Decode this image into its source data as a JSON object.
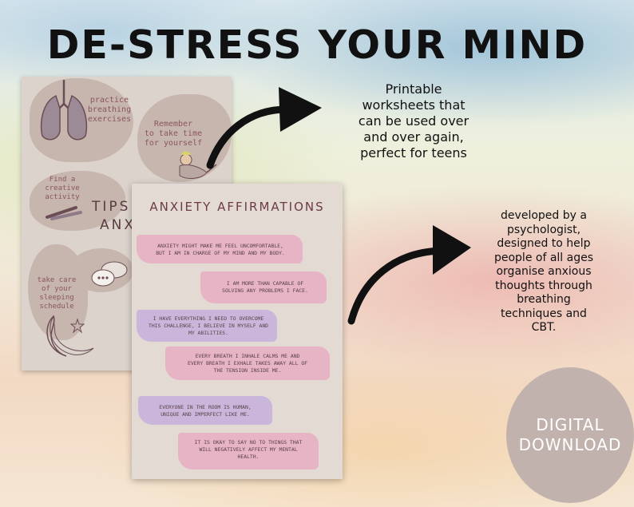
{
  "headline": "DE-STRESS YOUR MIND",
  "caption_top": [
    "Printable",
    "worksheets that",
    "can be used over",
    "and over again,",
    "perfect for teens"
  ],
  "caption_bottom": [
    "developed by a",
    "psychologist,",
    "designed to help",
    "people of all ages",
    "organise  anxious",
    "thoughts through",
    "breathing",
    "techniques and",
    "CBT."
  ],
  "badge": [
    "DIGITAL",
    "DOWNLOAD"
  ],
  "back_sheet": {
    "title_lines": [
      "TIPS",
      "ANX"
    ],
    "tips": {
      "breathing": [
        "practice",
        "breathing",
        "exercises"
      ],
      "time": [
        "Remember",
        "to take time",
        "for yourself"
      ],
      "creative": [
        "Find a",
        "creative",
        "activity"
      ],
      "sleep": [
        "take care",
        "of your",
        "sleeping",
        "schedule"
      ]
    }
  },
  "front_sheet": {
    "title": "ANXIETY AFFIRMATIONS",
    "affirmations": [
      [
        "ANXIETY MIGHT MAKE ME FEEL UNCOMFORTABLE,",
        "BUT I AM IN CHARGE OF MY MIND AND MY BODY."
      ],
      [
        "I AM MORE THAN CAPABLE OF",
        "SOLVING ANY PROBLEMS I FACE."
      ],
      [
        "I HAVE EVERYTHING I NEED TO OVERCOME",
        "THIS CHALLENGE, I BELIEVE IN MYSELF AND",
        "MY ABILITIES."
      ],
      [
        "EVERY BREATH I INHALE CALMS ME AND",
        "EVERY BREATH I EXHALE TAKES AWAY ALL OF",
        "THE TENSION INSIDE ME."
      ],
      [
        "EVERYONE IN THE ROOM IS HUMAN,",
        "UNIQUE AND IMPERFECT LIKE ME."
      ],
      [
        "IT IS OKAY TO SAY NO TO THINGS THAT",
        "WILL NEGATIVELY AFFECT MY MENTAL",
        "HEALTH."
      ]
    ]
  },
  "colors": {
    "stroke_pink": "#e6b4c4",
    "stroke_lilac": "#c9b6da",
    "text_plum": "#6b3b48"
  }
}
